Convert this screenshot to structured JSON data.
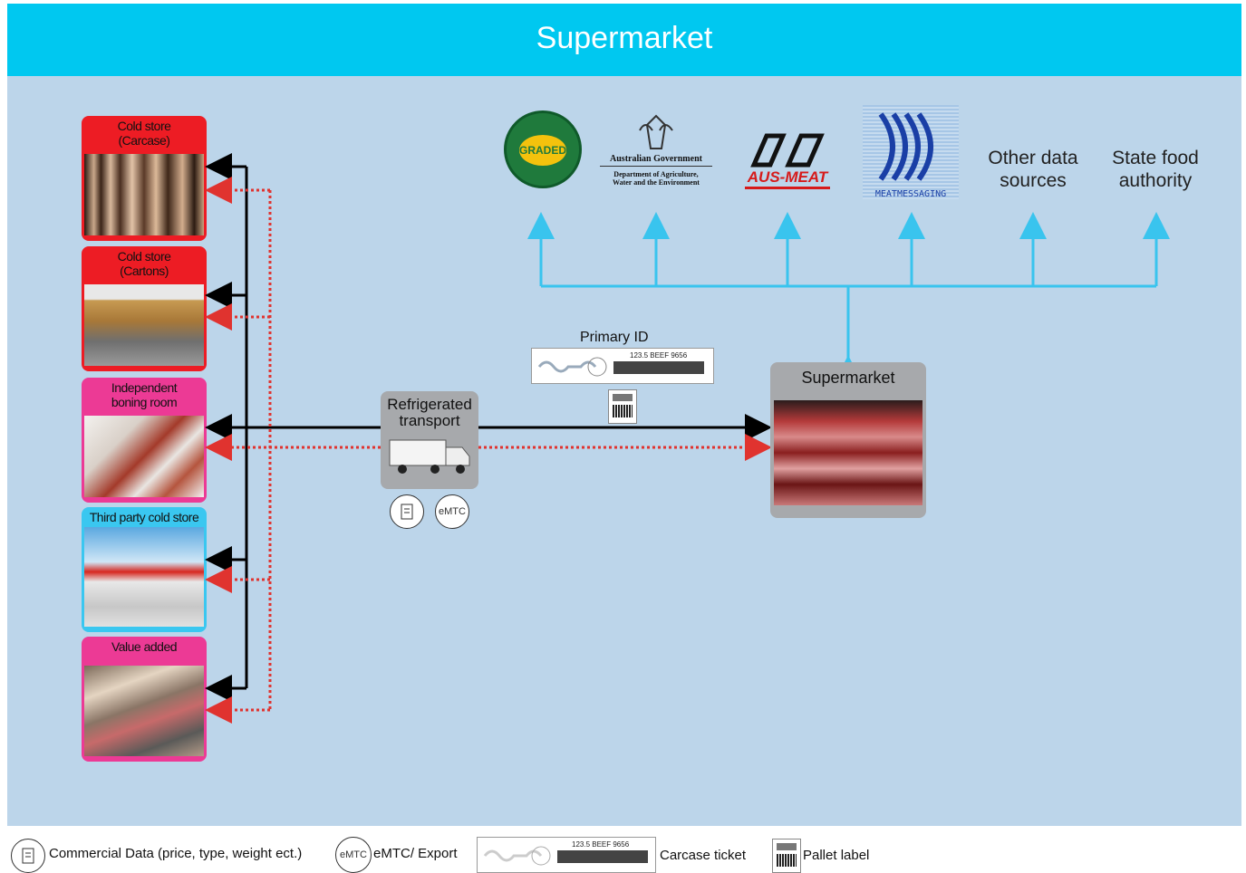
{
  "title": "Supermarket",
  "locations": [
    {
      "label": "Cold store\n(Carcase)",
      "color": "#ed1c24"
    },
    {
      "label": "Cold store\n(Cartons)",
      "color": "#ed1c24"
    },
    {
      "label": "Independent\nboning room",
      "color": "#ec3a95"
    },
    {
      "label": "Third party cold store",
      "color": "#3ac7f0"
    },
    {
      "label": "Value added",
      "color": "#ec3a95"
    }
  ],
  "transport": {
    "label": "Refrigerated transport",
    "icons": [
      "document-icon",
      "emtc-icon"
    ],
    "emtc_text": "eMTC"
  },
  "primary_id": {
    "label": "Primary ID",
    "ticket_text": "123.5 BEEF 9656"
  },
  "destination": {
    "label": "Supermarket"
  },
  "data_sources": {
    "graded_logo": "GRADED",
    "gov_line1": "Australian Government",
    "gov_line2": "Department of Agriculture,",
    "gov_line3": "Water and the Environment",
    "ausmeat": "AUS-MEAT",
    "meatmessaging": "MEATMESSAGING",
    "other": "Other data\nsources",
    "state": "State food\nauthority"
  },
  "legend": {
    "commercial": "Commercial Data (price, type, weight ect.)",
    "emtc_icon_text": "eMTC",
    "emtc": "eMTC/ Export",
    "carcase": "Carcase ticket",
    "pallet": "Pallet label"
  },
  "colors": {
    "header": "#00c8f0",
    "canvas": "#bcd5ea",
    "arrow_blue": "#39c4ee",
    "arrow_red": "#e0332f",
    "arrow_black": "#000000"
  }
}
